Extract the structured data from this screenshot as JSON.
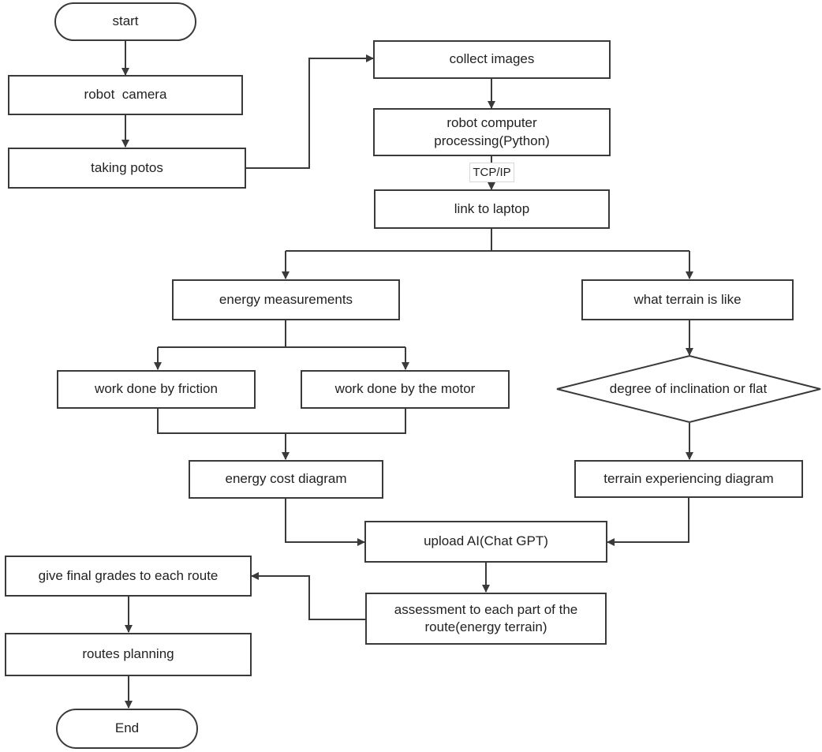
{
  "nodes": {
    "start": "start",
    "robot_camera": "robot  camera",
    "taking_photos": "taking potos",
    "collect_images": "collect images",
    "robot_computer": "robot computer processing(Python)",
    "tcp_ip": "TCP/IP",
    "link_laptop": "link to laptop",
    "energy_measurements": "energy measurements",
    "terrain_like": "what terrain is like",
    "friction": "work done by friction",
    "motor": "work done by the motor",
    "inclination": "degree of inclination or flat",
    "energy_cost": "energy cost diagram",
    "terrain_diagram": "terrain experiencing diagram",
    "upload_ai": "upload AI(Chat GPT)",
    "assessment": "assessment to each  part of the route(energy terrain)",
    "final_grades": "give final grades to each route",
    "routes_planning": "routes planning",
    "end": "End"
  }
}
